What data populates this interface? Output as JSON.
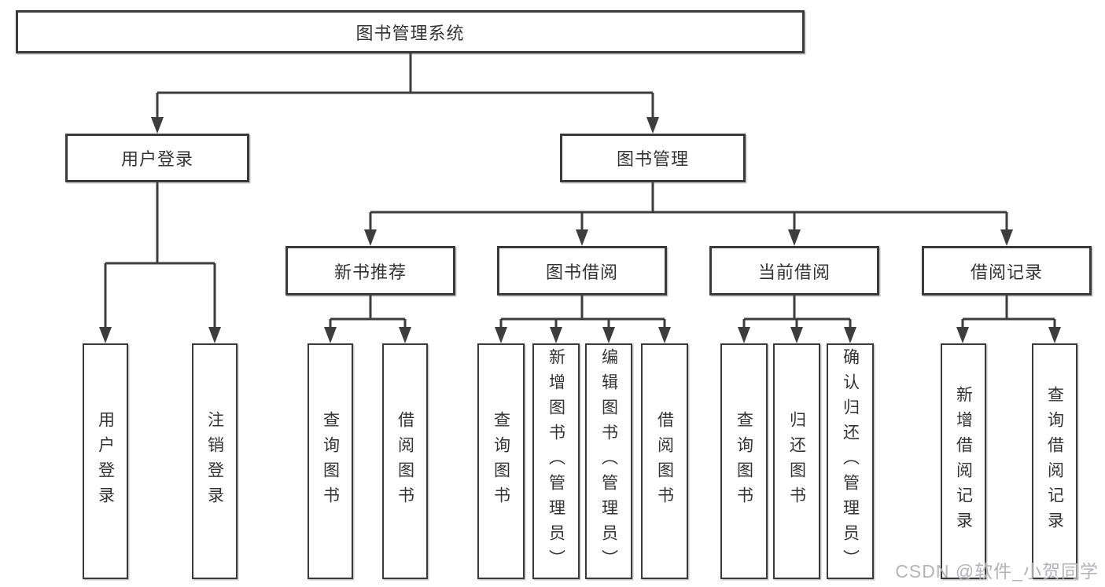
{
  "tree": {
    "label": "图书管理系统",
    "children": [
      {
        "label": "用户登录",
        "children": [
          {
            "label": "用户登录"
          },
          {
            "label": "注销登录"
          }
        ]
      },
      {
        "label": "图书管理",
        "children": [
          {
            "label": "新书推荐",
            "children": [
              {
                "label": "查询图书"
              },
              {
                "label": "借阅图书"
              }
            ]
          },
          {
            "label": "图书借阅",
            "children": [
              {
                "label": "查询图书"
              },
              {
                "label": "新增图书（管理员）"
              },
              {
                "label": "编辑图书（管理员）"
              },
              {
                "label": "借阅图书"
              }
            ]
          },
          {
            "label": "当前借阅",
            "children": [
              {
                "label": "查询图书"
              },
              {
                "label": "归还图书"
              },
              {
                "label": "确认归还（管理员）"
              }
            ]
          },
          {
            "label": "借阅记录",
            "children": [
              {
                "label": "新增借阅记录"
              },
              {
                "label": "查询借阅记录"
              }
            ]
          }
        ]
      }
    ]
  },
  "watermark": {
    "text": "CSDN @软件_小贺同学"
  },
  "colors": {
    "line": "#3d3d3d",
    "box_border": "#3a3a3a",
    "text": "#333333",
    "watermark": "#b4b4b8",
    "background": "#ffffff"
  }
}
